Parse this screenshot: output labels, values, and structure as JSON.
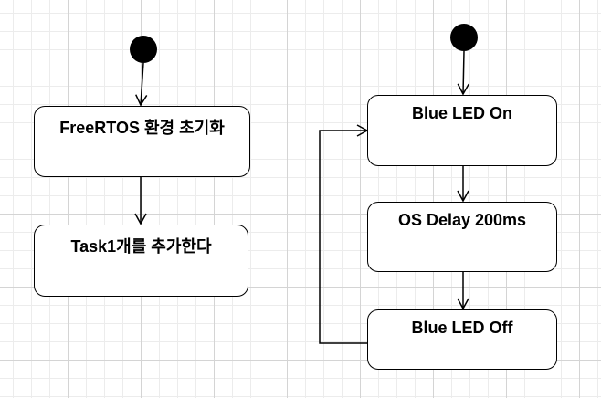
{
  "colors": {
    "line": "#000000",
    "fill": "#ffffff",
    "grid": "#d4d4d4"
  },
  "left_flow": {
    "init_label": "FreeRTOS 환경 초기화",
    "add_task_label": "Task1개를 추가한다"
  },
  "right_flow": {
    "led_on_label": "Blue LED On",
    "delay_label": "OS Delay 200ms",
    "led_off_label": "Blue LED Off"
  }
}
